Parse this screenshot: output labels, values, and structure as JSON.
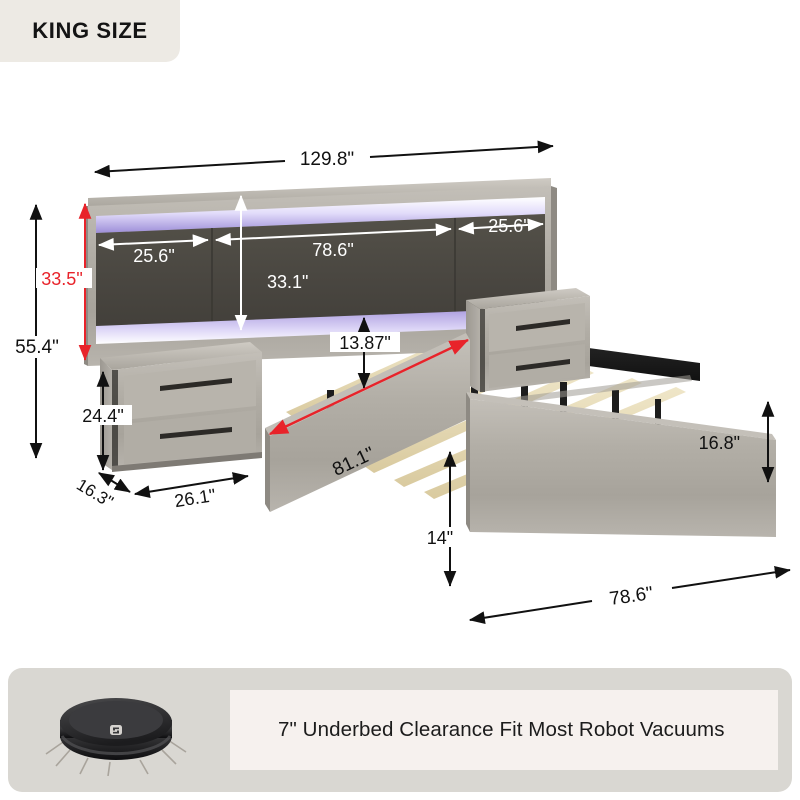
{
  "badge": {
    "label": "KING SIZE"
  },
  "product": {
    "type": "king size LED storage bed with nightstands",
    "unit": "inches"
  },
  "dimensions": {
    "overall_width": "129.8\"",
    "overall_height": "55.4\"",
    "headboard_height": "33.5\"",
    "headboard_panel_height": "33.1\"",
    "headboard_side_panel_left": "25.6\"",
    "headboard_center_panel": "78.6\"",
    "headboard_side_panel_right": "25.6\"",
    "nightstand_height": "24.4\"",
    "nightstand_depth": "16.3\"",
    "nightstand_width": "26.1\"",
    "slat_spacing": "13.87\"",
    "bed_length": "81.1\"",
    "footboard_height": "16.8\"",
    "side_rail_height": "14\"",
    "footboard_width": "78.6\"",
    "underbed_clearance": "7\""
  },
  "labels": {
    "d_129_8": "129.8\"",
    "d_55_4": "55.4\"",
    "d_33_5": "33.5\"",
    "d_33_1": "33.1\"",
    "d_25_6_left": "25.6\"",
    "d_78_6_head": "78.6\"",
    "d_25_6_right": "25.6\"",
    "d_24_4": "24.4\"",
    "d_16_3": "16.3\"",
    "d_26_1": "26.1\"",
    "d_13_87": "13.87\"",
    "d_81_1": "81.1\"",
    "d_16_8": "16.8\"",
    "d_14": "14\"",
    "d_78_6_foot": "78.6\""
  },
  "banner": {
    "text": "7\" Underbed Clearance Fit Most Robot Vacuums",
    "vacuum_icon": "robot-vacuum"
  },
  "colors": {
    "background": "#ffffff",
    "badge_bg": "#edeae4",
    "banner_bg": "#d9d7d2",
    "banner_text_bg": "#f6f1ee",
    "wood_light": "#b6b2ab",
    "wood_mid": "#9d9991",
    "panel_dark": "#4a4844",
    "led_purple": "#b9a8e8",
    "slat_wood": "#e4d8b4",
    "metal_black": "#232323",
    "dim_black": "#111111",
    "dim_red": "#e8232a",
    "dim_white": "#ffffff"
  }
}
